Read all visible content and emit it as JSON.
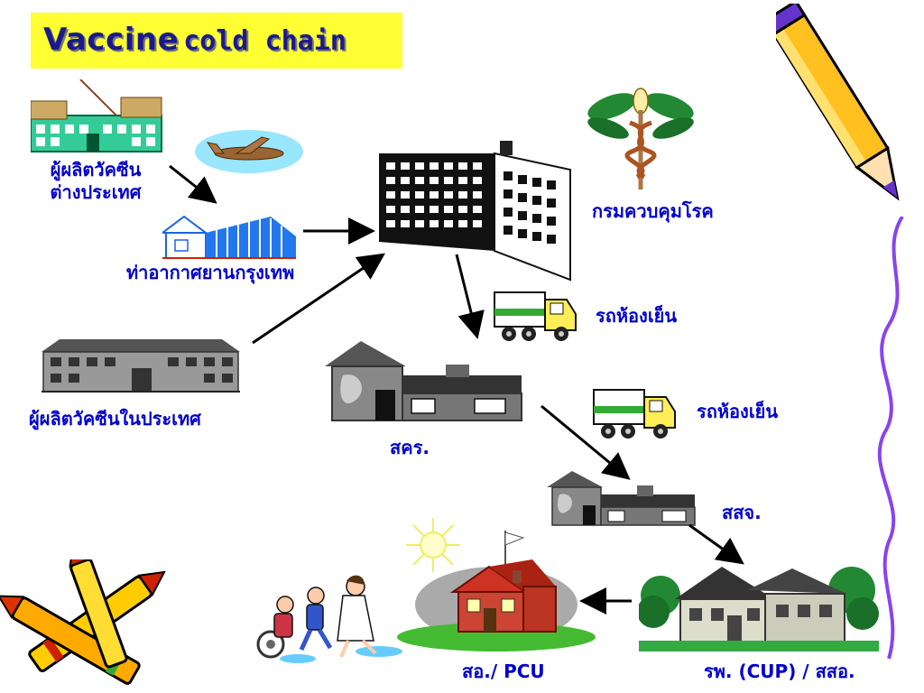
{
  "title": {
    "part1": "Vaccine",
    "part2": "cold chain"
  },
  "nodes": {
    "foreign_manufacturer": {
      "line1": "ผู้ผลิตวัคซีน",
      "line2": "ต่างประเทศ"
    },
    "airport": "ท่าอากาศยานกรุงเทพ",
    "domestic_manufacturer": "ผู้ผลิตวัคซีนในประเทศ",
    "dept_disease_control": "กรมควบคุมโรค",
    "refrigerated_truck_1": "รถห้องเย็น",
    "refrigerated_truck_2": "รถห้องเย็น",
    "odpc": "สคร.",
    "provincial_health": "สสจ.",
    "hospital_cup": "รพ. (CUP) / สสอ.",
    "health_center_pcu": "สอ./ PCU"
  },
  "colors": {
    "title_bg": "#ffff33",
    "title_text": "#1a1a8c",
    "label_text": "#0000cc",
    "arrow": "#000000",
    "border_line": "#8844ee"
  },
  "icons": [
    "pencil-icon",
    "crayons-icon",
    "airplane-icon",
    "factory-icon",
    "warehouse-icon",
    "tall-building-icon",
    "caduceus-icon",
    "truck-icon",
    "house-icon",
    "family-icon"
  ]
}
